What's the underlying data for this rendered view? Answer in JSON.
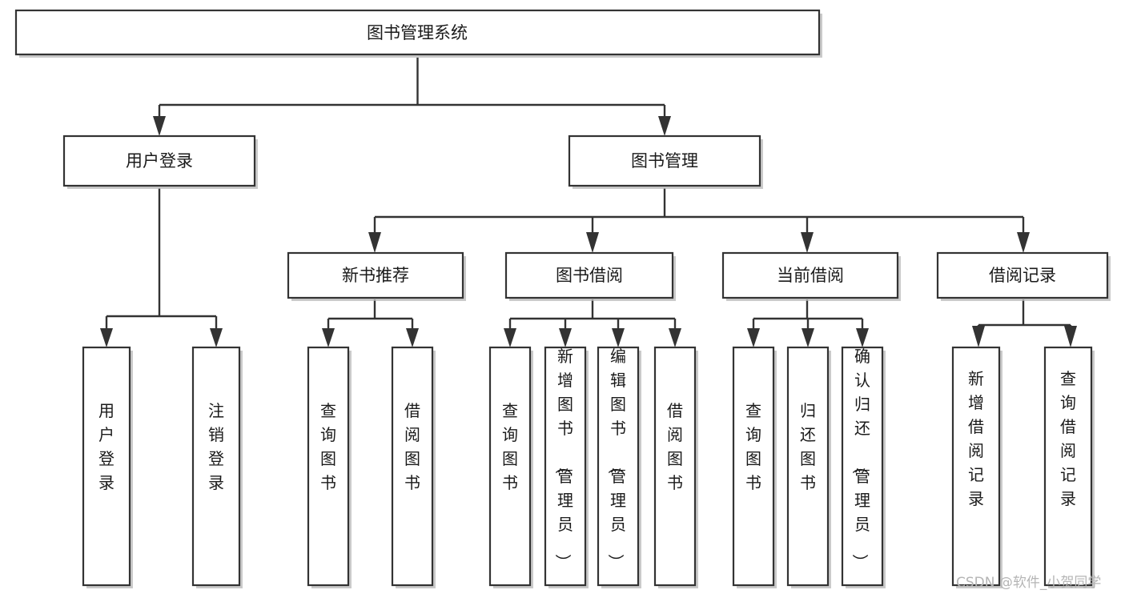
{
  "diagram": {
    "title": "图书管理系统",
    "type": "functional-structure-tree",
    "root": {
      "id": "root",
      "label": "图书管理系统",
      "text_orientation": "horizontal"
    },
    "level2": [
      {
        "id": "user-login",
        "label": "用户登录",
        "text_orientation": "horizontal"
      },
      {
        "id": "book-management",
        "label": "图书管理",
        "text_orientation": "horizontal"
      }
    ],
    "level3": [
      {
        "id": "new-book-recommend",
        "label": "新书推荐",
        "parent": "book-management",
        "text_orientation": "horizontal"
      },
      {
        "id": "book-borrow",
        "label": "图书借阅",
        "parent": "book-management",
        "text_orientation": "horizontal"
      },
      {
        "id": "current-borrow",
        "label": "当前借阅",
        "parent": "book-management",
        "text_orientation": "horizontal"
      },
      {
        "id": "borrow-record",
        "label": "借阅记录",
        "parent": "book-management",
        "text_orientation": "horizontal"
      }
    ],
    "leaves": [
      {
        "id": "leaf-user-login",
        "label": "用户登录",
        "parent": "user-login",
        "text_orientation": "vertical"
      },
      {
        "id": "leaf-user-logout",
        "label": "注销登录",
        "parent": "user-login",
        "text_orientation": "vertical"
      },
      {
        "id": "leaf-query-book-1",
        "label": "查询图书",
        "parent": "new-book-recommend",
        "text_orientation": "vertical"
      },
      {
        "id": "leaf-borrow-book-1",
        "label": "借阅图书",
        "parent": "new-book-recommend",
        "text_orientation": "vertical"
      },
      {
        "id": "leaf-query-book-2",
        "label": "查询图书",
        "parent": "book-borrow",
        "text_orientation": "vertical"
      },
      {
        "id": "leaf-add-book",
        "label": "新增图书（管理员）",
        "parent": "book-borrow",
        "text_orientation": "vertical"
      },
      {
        "id": "leaf-edit-book",
        "label": "编辑图书（管理员）",
        "parent": "book-borrow",
        "text_orientation": "vertical"
      },
      {
        "id": "leaf-borrow-book-2",
        "label": "借阅图书",
        "parent": "book-borrow",
        "text_orientation": "vertical"
      },
      {
        "id": "leaf-query-book-3",
        "label": "查询图书",
        "parent": "current-borrow",
        "text_orientation": "vertical"
      },
      {
        "id": "leaf-return-book",
        "label": "归还图书",
        "parent": "current-borrow",
        "text_orientation": "vertical"
      },
      {
        "id": "leaf-confirm-return",
        "label": "确认归还（管理员）",
        "parent": "current-borrow",
        "text_orientation": "vertical"
      },
      {
        "id": "leaf-add-record",
        "label": "新增借阅记录",
        "parent": "borrow-record",
        "text_orientation": "vertical"
      },
      {
        "id": "leaf-query-record",
        "label": "查询借阅记录",
        "parent": "borrow-record",
        "text_orientation": "vertical"
      }
    ],
    "colors": {
      "box_stroke": "#333333",
      "box_fill": "#ffffff",
      "connector": "#333333",
      "text": "#1a1a1a",
      "shadow": "#b8b8b8",
      "watermark": "#b5b5b5",
      "background": "#ffffff"
    }
  },
  "watermark": {
    "label": "CSDN @软件_小贺同学"
  }
}
